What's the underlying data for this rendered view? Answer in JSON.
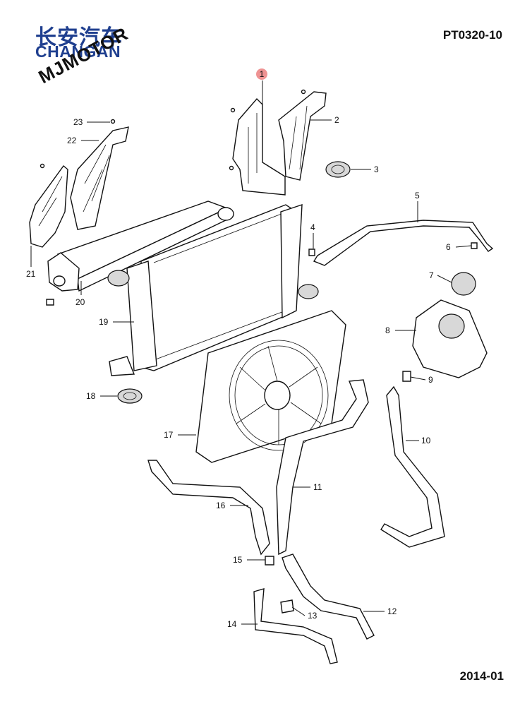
{
  "header": {
    "brand_cn": "长安汽车",
    "brand_en": "CHANGAN",
    "watermark": "MJMOTOR",
    "diagram_code": "PT0320-10",
    "date": "2014-01"
  },
  "highlight_color": "#e23b3b",
  "callouts": [
    {
      "id": "1",
      "label": "1",
      "highlighted": true
    },
    {
      "id": "2",
      "label": "2"
    },
    {
      "id": "3",
      "label": "3"
    },
    {
      "id": "4",
      "label": "4"
    },
    {
      "id": "5",
      "label": "5"
    },
    {
      "id": "6",
      "label": "6"
    },
    {
      "id": "7",
      "label": "7"
    },
    {
      "id": "8",
      "label": "8"
    },
    {
      "id": "9",
      "label": "9"
    },
    {
      "id": "10",
      "label": "10"
    },
    {
      "id": "11",
      "label": "11"
    },
    {
      "id": "12",
      "label": "12"
    },
    {
      "id": "13",
      "label": "13"
    },
    {
      "id": "14",
      "label": "14"
    },
    {
      "id": "15",
      "label": "15"
    },
    {
      "id": "16",
      "label": "16"
    },
    {
      "id": "17",
      "label": "17"
    },
    {
      "id": "18",
      "label": "18"
    },
    {
      "id": "19",
      "label": "19"
    },
    {
      "id": "20",
      "label": "20"
    },
    {
      "id": "21",
      "label": "21"
    },
    {
      "id": "22",
      "label": "22"
    },
    {
      "id": "23",
      "label": "23"
    }
  ]
}
